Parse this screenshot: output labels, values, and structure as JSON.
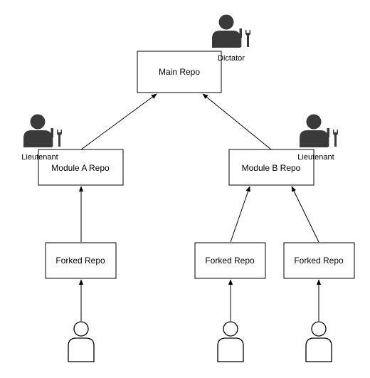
{
  "nodes": {
    "main_repo": "Main Repo",
    "module_a_repo": "Module A Repo",
    "module_b_repo": "Module B Repo",
    "forked_repo_1": "Forked Repo",
    "forked_repo_2": "Forked Repo",
    "forked_repo_3": "Forked Repo"
  },
  "roles": {
    "dictator": "Dictator",
    "lieutenant_a": "Lieutenant",
    "lieutenant_b": "Lieutenant"
  },
  "icons": {
    "maintainer": "person-with-tools-icon",
    "contributor": "person-outline-icon"
  },
  "colors": {
    "stroke": "#000000",
    "maintainer_fill": "#3a3a3a",
    "background": "#ffffff"
  }
}
